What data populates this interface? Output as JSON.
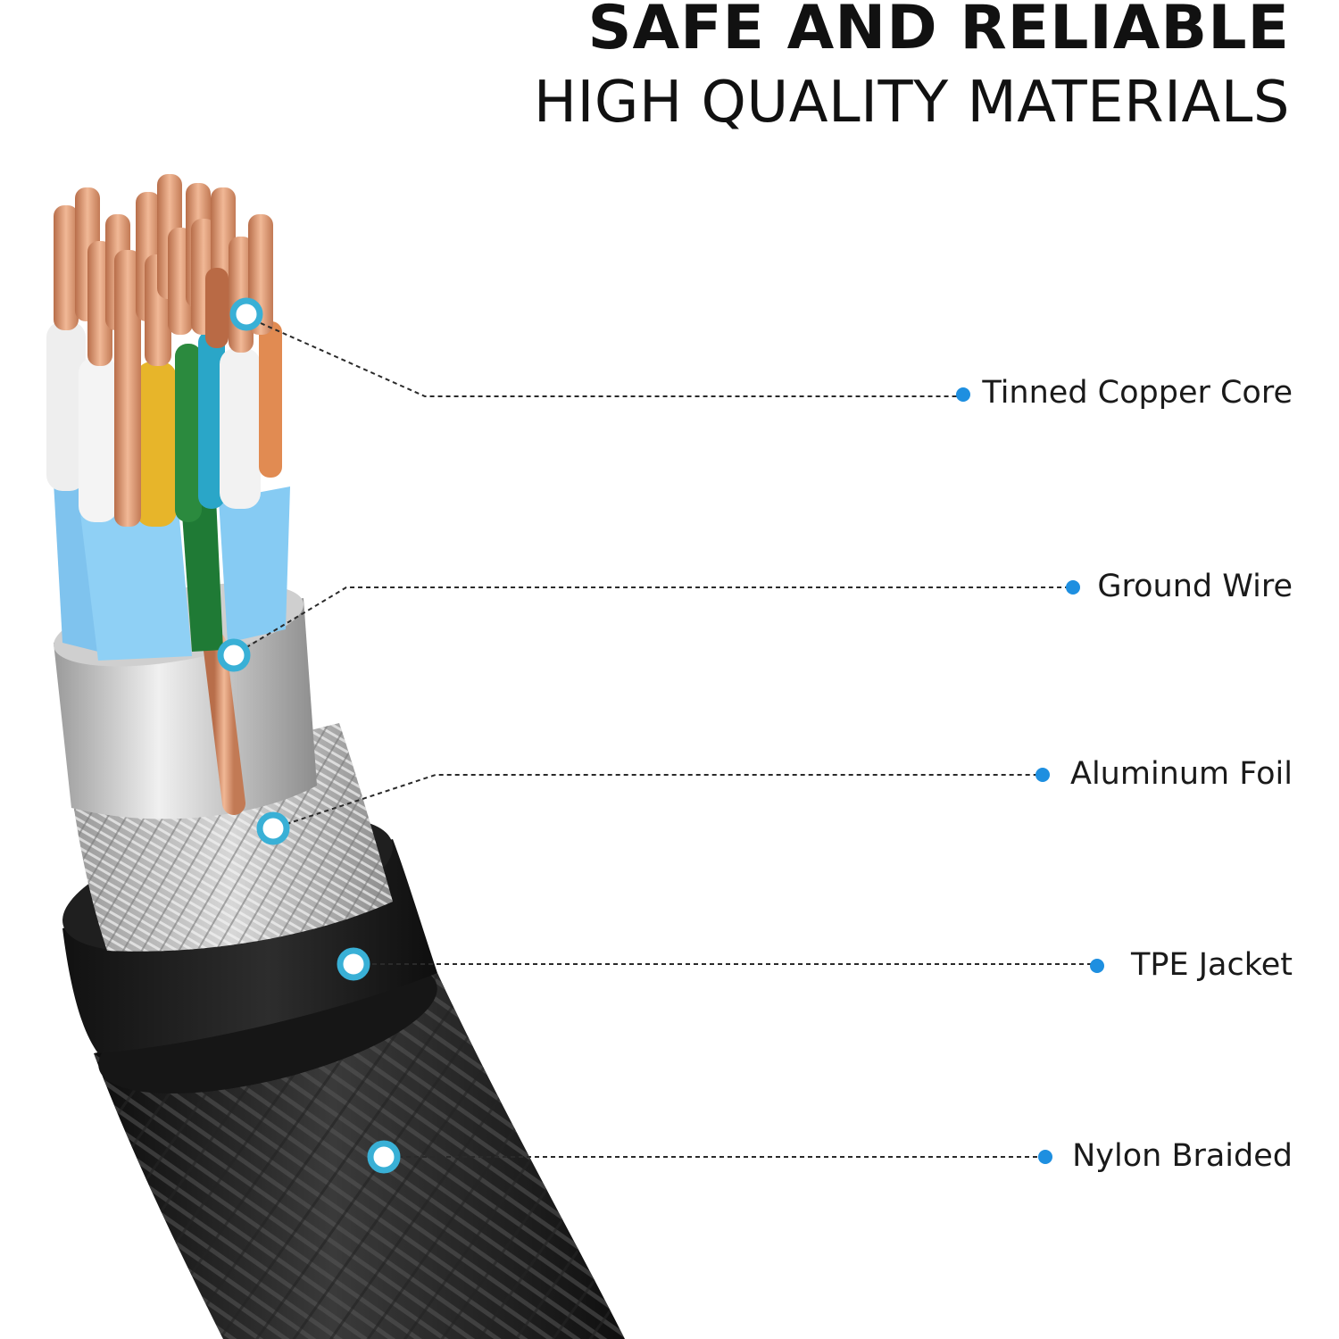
{
  "header": {
    "title": "SAFE AND RELIABLE",
    "subtitle": "HIGH QUALITY MATERIALS"
  },
  "callouts": [
    {
      "label": "Tinned Copper Core"
    },
    {
      "label": "Ground Wire"
    },
    {
      "label": "Aluminum Foil"
    },
    {
      "label": "TPE Jacket"
    },
    {
      "label": "Nylon Braided"
    }
  ],
  "colors": {
    "accent": "#1e8fe0",
    "copper": "#d9906a",
    "foil_blue": "#8ccdf2",
    "jacket": "#1b1b1b"
  },
  "icons": [
    "callout-dot-icon",
    "anchor-ring-icon"
  ]
}
